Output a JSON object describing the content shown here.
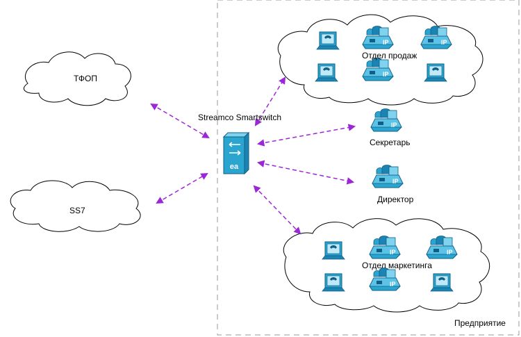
{
  "enterprise_label": "Предприятие",
  "clouds": {
    "pstn": "ТФОП",
    "ss7": "SS7"
  },
  "switch_label": "Streamco Smartswitch",
  "groups": {
    "sales": "Отдел продаж",
    "marketing": "Отдел маркетинга"
  },
  "devices": {
    "secretary": "Секретарь",
    "director": "Директор"
  },
  "device_badge": "IP",
  "colors": {
    "link": "#9b27d6",
    "device": "#2aa5cf",
    "device_dark": "#0f5f86",
    "device_light": "#7fd3ef",
    "cloud_stroke": "#000000",
    "boundary": "#9a9a9a"
  }
}
